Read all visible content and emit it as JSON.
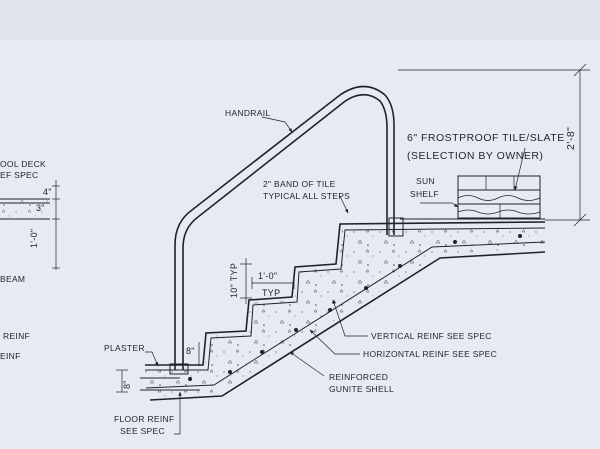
{
  "labels": {
    "handrail": "HANDRAIL",
    "tile_1": "6\" FROSTPROOF TILE/SLATE",
    "tile_2": "(SELECTION BY OWNER)",
    "band_1": "2\" BAND OF TILE",
    "band_2": "TYPICAL ALL STEPS",
    "sun_1": "SUN",
    "sun_2": "SHELF",
    "vertical_reinf": "VERTICAL REINF SEE SPEC",
    "horizontal_reinf": "HORIZONTAL REINF SEE SPEC",
    "gunite_1": "REINFORCED",
    "gunite_2": "GUNITE SHELL",
    "plaster": "PLASTER",
    "floor_1": "FLOOR REINF",
    "floor_2": "SEE SPEC",
    "left_1": "OOL DECK",
    "left_2": "EF SPEC",
    "left_beam": "BEAM",
    "left_reinf_1": "REINF",
    "left_reinf_2": "EINF"
  },
  "dimensions": {
    "height_right": "2'-8\"",
    "riser": "10\" TYP",
    "tread": "1'-0\"",
    "tread_typ": "TYP",
    "left_4": "4\"",
    "left_3": "3\"",
    "left_1ft": "1'-0\"",
    "bottom_8": "8\"",
    "bottom_left_8": "8\""
  }
}
